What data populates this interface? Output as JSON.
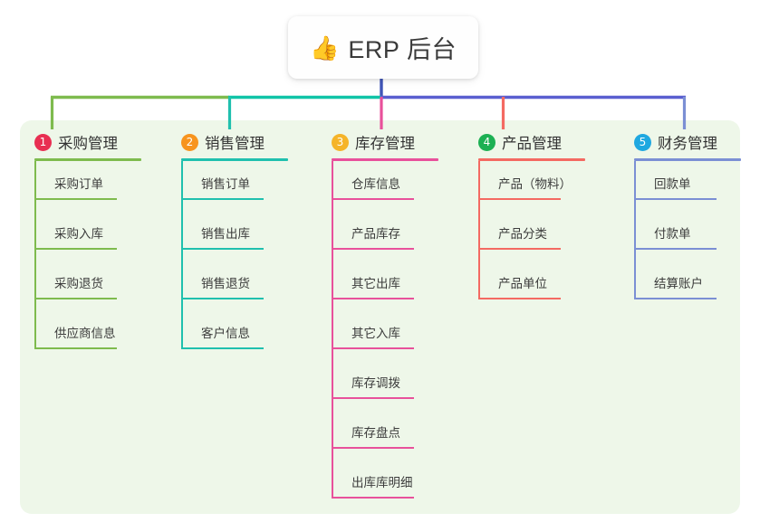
{
  "root": {
    "icon": "thumbs-up-icon",
    "emoji": "👍",
    "title": "ERP 后台"
  },
  "colors": {
    "panel_bg": "#eef7e9",
    "root_stem": "#4055b8",
    "bus_left": "#7ebb4e",
    "bus_mid": "#10c4a7",
    "bus_right": "#5a5fd0",
    "text": "#3c3c3c"
  },
  "columns": [
    {
      "number": "1",
      "title": "采购管理",
      "badge_color": "#e82f52",
      "line_color": "#7ebb4e",
      "rule_width": 118,
      "items": [
        {
          "label": "采购订单"
        },
        {
          "label": "采购入库"
        },
        {
          "label": "采购退货"
        },
        {
          "label": "供应商信息"
        }
      ]
    },
    {
      "number": "2",
      "title": "销售管理",
      "badge_color": "#f7941e",
      "line_color": "#20c0ae",
      "rule_width": 118,
      "items": [
        {
          "label": "销售订单"
        },
        {
          "label": "销售出库"
        },
        {
          "label": "销售退货"
        },
        {
          "label": "客户信息"
        }
      ]
    },
    {
      "number": "3",
      "title": "库存管理",
      "badge_color": "#f5b429",
      "line_color": "#e8519b",
      "rule_width": 118,
      "items": [
        {
          "label": "仓库信息"
        },
        {
          "label": "产品库存"
        },
        {
          "label": "其它出库"
        },
        {
          "label": "其它入库"
        },
        {
          "label": "库存调拨"
        },
        {
          "label": "库存盘点"
        },
        {
          "label": "出库库明细"
        }
      ]
    },
    {
      "number": "4",
      "title": "产品管理",
      "badge_color": "#1cb053",
      "line_color": "#f46a62",
      "rule_width": 118,
      "items": [
        {
          "label": "产品（物料）"
        },
        {
          "label": "产品分类"
        },
        {
          "label": "产品单位"
        }
      ]
    },
    {
      "number": "5",
      "title": "财务管理",
      "badge_color": "#1fa8e0",
      "line_color": "#7b8fd4",
      "rule_width": 118,
      "items": [
        {
          "label": "回款单"
        },
        {
          "label": "付款单"
        },
        {
          "label": "结算账户"
        }
      ]
    }
  ]
}
